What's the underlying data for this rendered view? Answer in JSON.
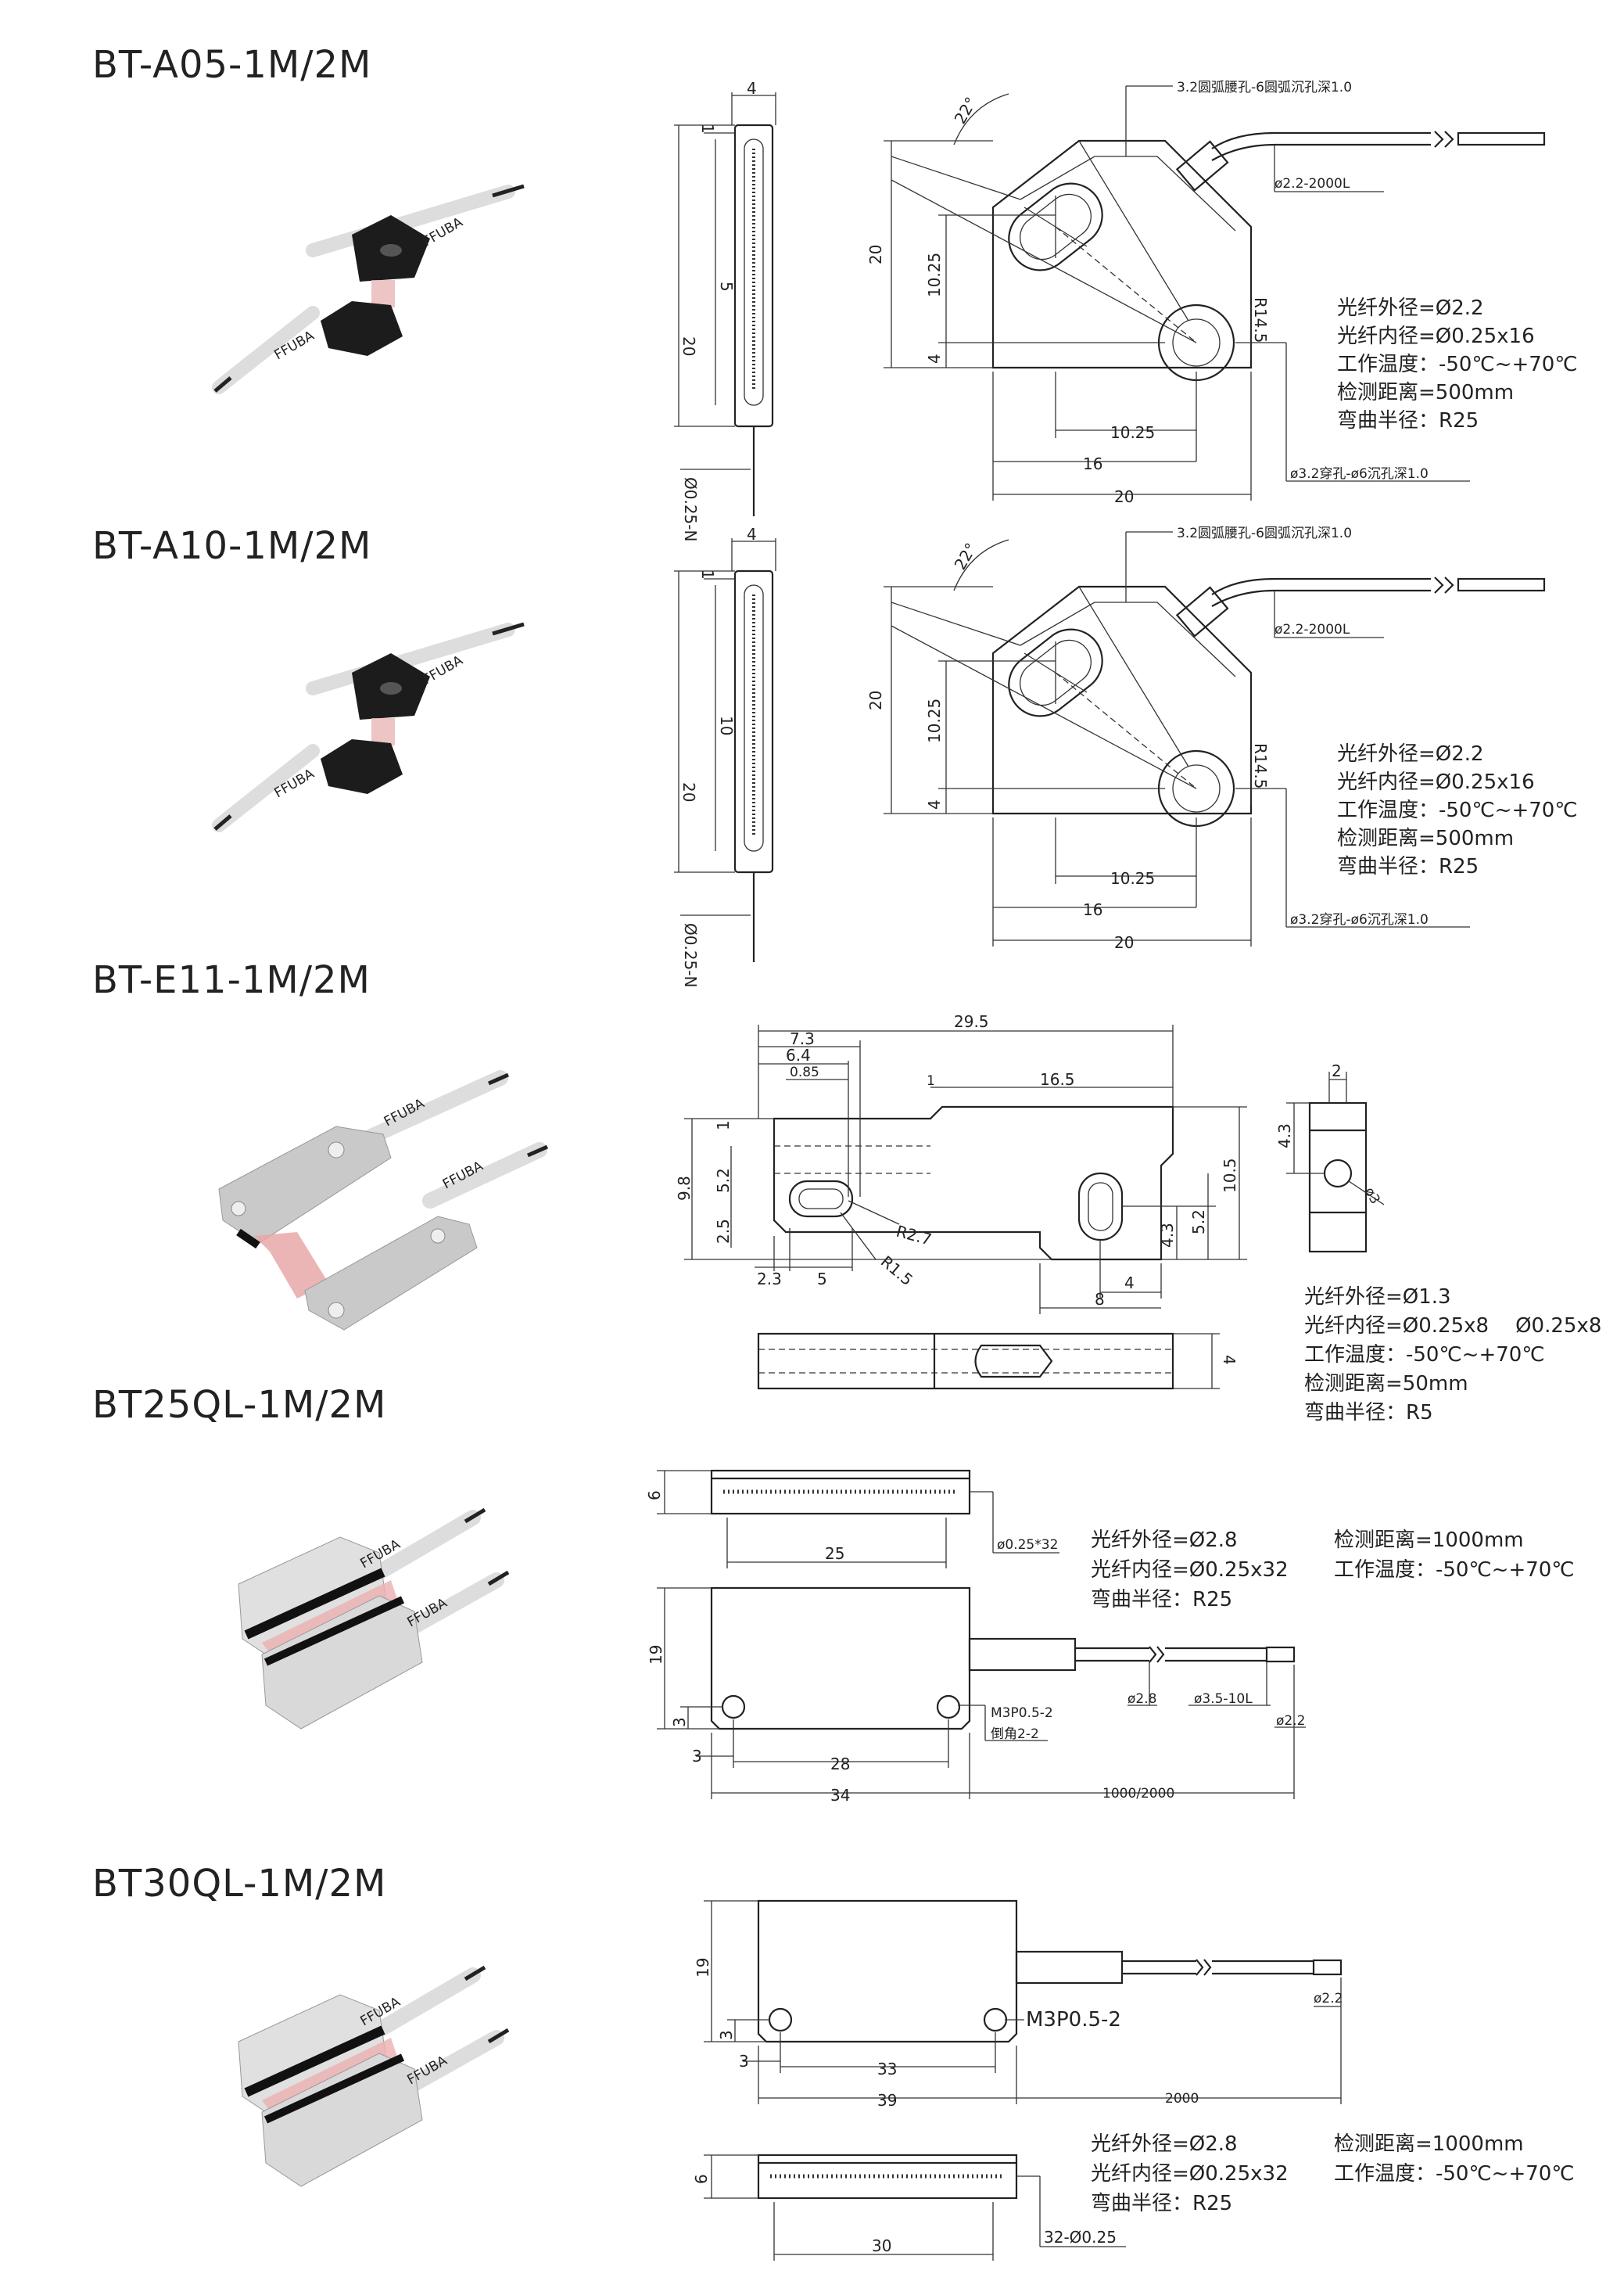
{
  "sections": [
    {
      "title": "BT-A05-1M/2M",
      "brand": "FFUBA",
      "dims": {
        "top_w": "4",
        "top_1": "1",
        "slot": "5",
        "height": "20",
        "fiber": "Ø0.25-N",
        "angle": "22°",
        "h20": "20",
        "h1025": "10.25",
        "h4": "4",
        "r": "R14.5",
        "w1025": "10.25",
        "w16": "16",
        "w20": "20"
      },
      "callouts": {
        "top": "3.2圆弧腰孔-6圆弧沉孔深1.0",
        "cable": "ø2.2-2000L",
        "bottom": "ø3.2穿孔-ø6沉孔深1.0"
      },
      "specs": [
        "光纤外径=Ø2.2",
        "光纤内径=Ø0.25x16",
        "工作温度：-50℃~+70℃",
        "检测距离=500mm",
        "弯曲半径：R25"
      ]
    },
    {
      "title": "BT-A10-1M/2M",
      "brand": "FFUBA",
      "dims": {
        "top_w": "4",
        "top_1": "1",
        "slot": "10",
        "height": "20",
        "fiber": "Ø0.25-N",
        "angle": "22°",
        "h20": "20",
        "h1025": "10.25",
        "h4": "4",
        "r": "R14.5",
        "w1025": "10.25",
        "w16": "16",
        "w20": "20"
      },
      "callouts": {
        "top": "3.2圆弧腰孔-6圆弧沉孔深1.0",
        "cable": "ø2.2-2000L",
        "bottom": "ø3.2穿孔-ø6沉孔深1.0"
      },
      "specs": [
        "光纤外径=Ø2.2",
        "光纤内径=Ø0.25x16",
        "工作温度：-50℃~+70℃",
        "检测距离=500mm",
        "弯曲半径：R25"
      ]
    },
    {
      "title": "BT-E11-1M/2M",
      "brand": "FFUBA",
      "dims": {
        "d295": "29.5",
        "d73": "7.3",
        "d64": "6.4",
        "d085": "0.85",
        "d1": "1",
        "d165": "16.5",
        "d98": "9.8",
        "d52": "5.2",
        "d25": "2.5",
        "d23": "2.3",
        "d5": "5",
        "r27": "R2.7",
        "r15": "R1.5",
        "d105": "10.5",
        "d43": "4.3",
        "d52b": "5.2",
        "d4": "4",
        "d8": "8",
        "d2": "2",
        "d43b": "4.3",
        "d3": "ø3",
        "side4": "4",
        "d1b": "1"
      },
      "specs": [
        "光纤外径=Ø1.3",
        "光纤内径=Ø0.25x8",
        "Ø0.25x8",
        "工作温度：-50℃~+70℃",
        "检测距离=50mm",
        "弯曲半径：R5"
      ]
    },
    {
      "title": "BT25QL-1M/2M",
      "brand": "FFUBA",
      "dims": {
        "d6": "6",
        "d25": "25",
        "fibers": "ø0.25*32",
        "d19": "19",
        "d3": "3",
        "d3b": "3",
        "d28": "28",
        "d34": "34",
        "len": "1000/2000",
        "screw": "M3P0.5-2",
        "chamfer": "倒角2-2",
        "d28b": "ø2.8",
        "d35": "ø3.5-10L",
        "d22": "ø2.2"
      },
      "specs_left": [
        "光纤外径=Ø2.8",
        "光纤内径=Ø0.25x32",
        "弯曲半径：R25"
      ],
      "specs_right": [
        "检测距离=1000mm",
        "工作温度：-50℃~+70℃"
      ]
    },
    {
      "title": "BT30QL-1M/2M",
      "brand": "FFUBA",
      "dims": {
        "d19": "19",
        "d3": "3",
        "d3b": "3",
        "d33": "33",
        "d39": "39",
        "len": "2000",
        "screw": "M3P0.5-2",
        "d22": "ø2.2",
        "d6": "6",
        "d30": "30",
        "fibers": "32-Ø0.25"
      },
      "specs_left": [
        "光纤外径=Ø2.8",
        "光纤内径=Ø0.25x32",
        "弯曲半径：R25"
      ],
      "specs_right": [
        "检测距离=1000mm",
        "工作温度：-50℃~+70℃"
      ]
    }
  ]
}
